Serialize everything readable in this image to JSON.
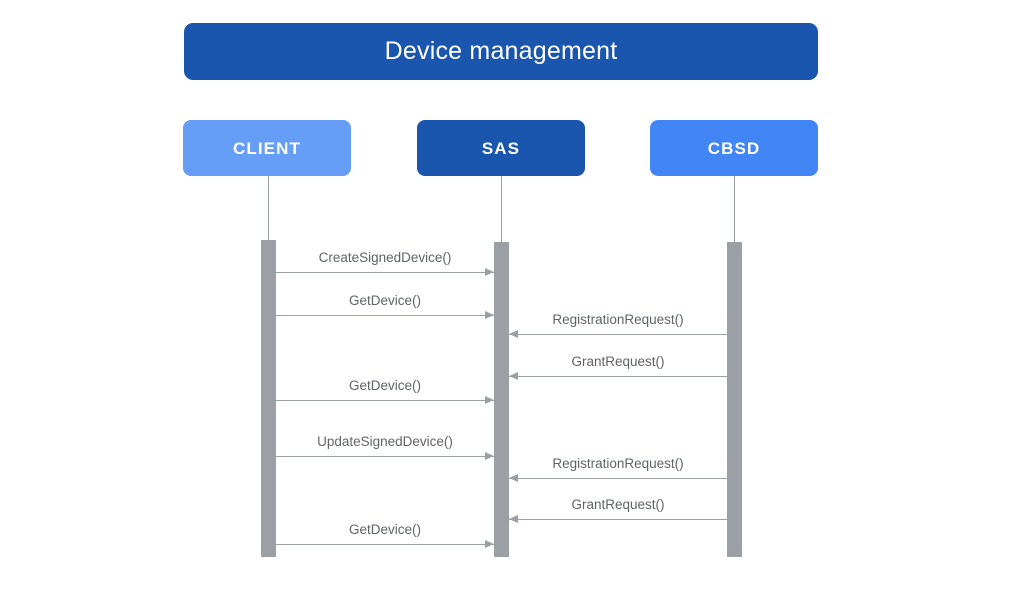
{
  "diagram": {
    "type": "sequence-diagram",
    "title": "Device management",
    "colors": {
      "title_bar": "#1B56AE",
      "client_box": "#669DF6",
      "sas_box": "#1B56AE",
      "cbsd_box": "#4285F4",
      "lifeline": "#9AA0A6",
      "activation_bar": "#9AA0A6",
      "message_text": "#5F6368",
      "background": "#FFFFFF"
    },
    "participants": [
      {
        "id": "client",
        "label": "CLIENT"
      },
      {
        "id": "sas",
        "label": "SAS"
      },
      {
        "id": "cbsd",
        "label": "CBSD"
      }
    ],
    "messages": [
      {
        "index": 1,
        "label": "CreateSignedDevice()",
        "from": "client",
        "to": "sas",
        "direction": "right"
      },
      {
        "index": 2,
        "label": "GetDevice()",
        "from": "client",
        "to": "sas",
        "direction": "right"
      },
      {
        "index": 3,
        "label": "RegistrationRequest()",
        "from": "cbsd",
        "to": "sas",
        "direction": "left"
      },
      {
        "index": 4,
        "label": "GrantRequest()",
        "from": "cbsd",
        "to": "sas",
        "direction": "left"
      },
      {
        "index": 5,
        "label": "GetDevice()",
        "from": "client",
        "to": "sas",
        "direction": "right"
      },
      {
        "index": 6,
        "label": "UpdateSignedDevice()",
        "from": "client",
        "to": "sas",
        "direction": "right"
      },
      {
        "index": 7,
        "label": "RegistrationRequest()",
        "from": "cbsd",
        "to": "sas",
        "direction": "left"
      },
      {
        "index": 8,
        "label": "GrantRequest()",
        "from": "cbsd",
        "to": "sas",
        "direction": "left"
      },
      {
        "index": 9,
        "label": "GetDevice()",
        "from": "client",
        "to": "sas",
        "direction": "right"
      }
    ]
  }
}
